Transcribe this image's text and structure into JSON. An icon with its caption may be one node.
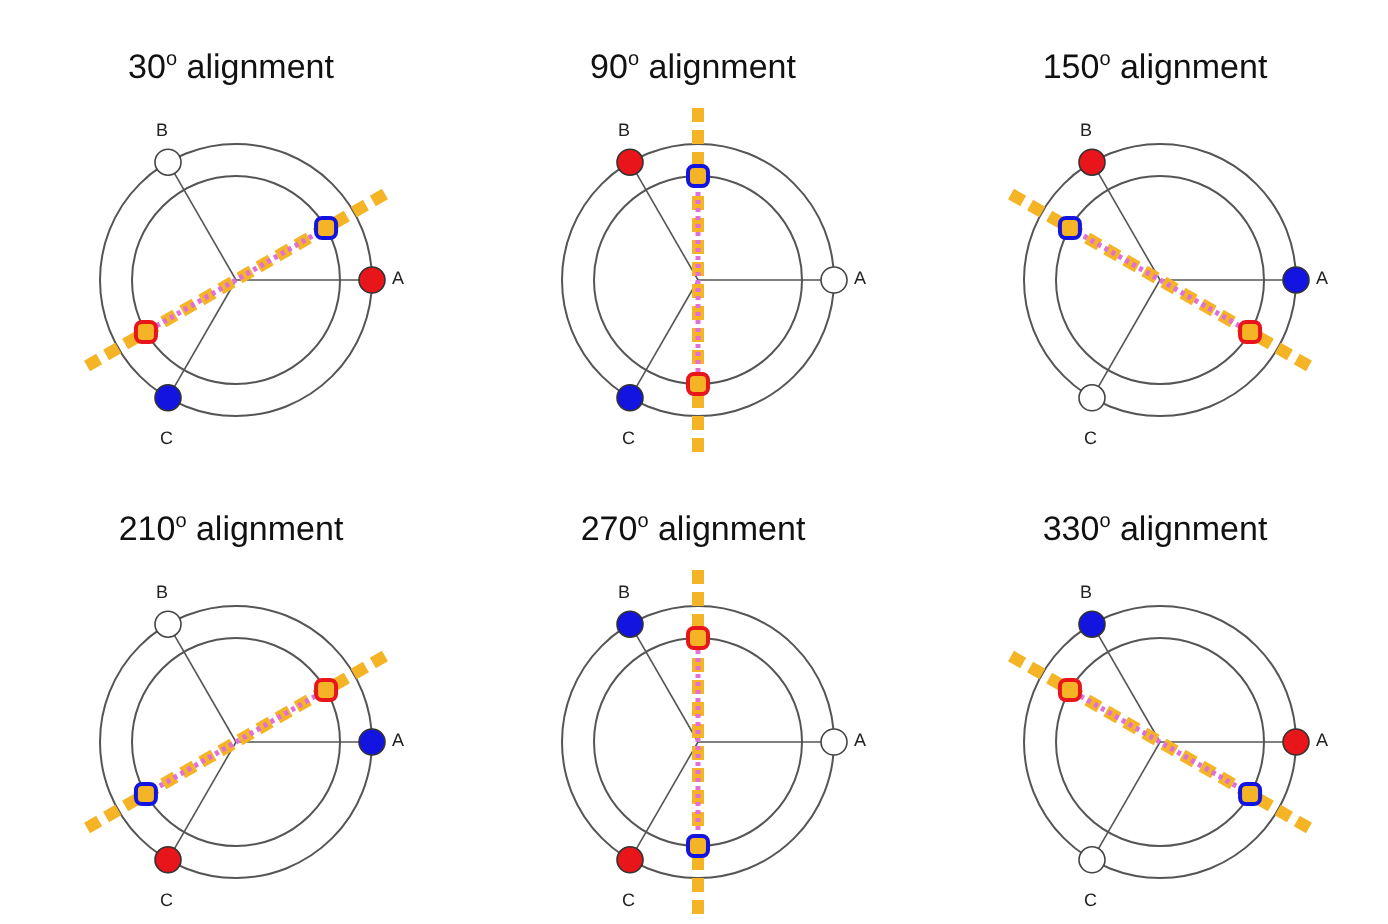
{
  "diagram": {
    "labels": [
      "30$^{o}$ alignment",
      "B",
      "A",
      "C",
      "90$^{o}$ alignment",
      "B",
      "A",
      "C",
      "150$^{o}$ alignment",
      "B",
      "A",
      "C",
      "210$^{o}$ alignment",
      "B",
      "A",
      "C",
      "270$^{o}$ alignment",
      "B",
      "A",
      "C",
      "330$^{o}$ alignment",
      "B",
      "A",
      "C"
    ]
  }
}
